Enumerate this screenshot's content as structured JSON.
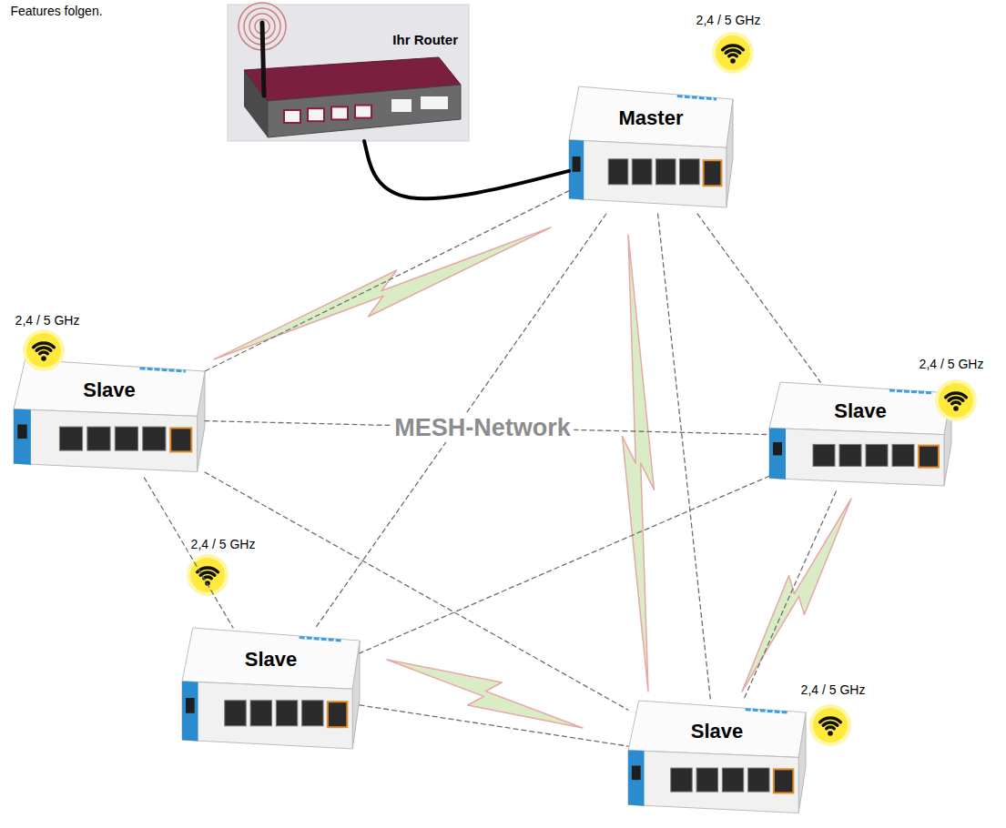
{
  "diagram": {
    "nodes": [
      {
        "text": [
          "Ihr Router"
        ]
      },
      {
        "text": [
          "Master"
        ]
      },
      {
        "text": [
          "Slave"
        ]
      },
      {
        "text": [
          "Slave"
        ]
      },
      {
        "text": [
          "Slave"
        ]
      },
      {
        "text": [
          "Slave"
        ]
      }
    ],
    "edges": [
      {
        "from": 0,
        "to": 1,
        "arrow": "none"
      },
      {
        "from": 1,
        "to": 2,
        "arrow": "none"
      },
      {
        "from": 1,
        "to": 3,
        "arrow": "none"
      },
      {
        "from": 1,
        "to": 4,
        "arrow": "none"
      },
      {
        "from": 1,
        "to": 5,
        "arrow": "none"
      },
      {
        "from": 2,
        "to": 3,
        "arrow": "none"
      },
      {
        "from": 2,
        "to": 4,
        "arrow": "none"
      },
      {
        "from": 2,
        "to": 5,
        "arrow": "none"
      },
      {
        "from": 3,
        "to": 4,
        "arrow": "none"
      },
      {
        "from": 3,
        "to": 5,
        "arrow": "none"
      },
      {
        "from": 4,
        "to": 5,
        "arrow": "none"
      }
    ],
    "labels": [
      "Features folgen.",
      "2,4 / 5 GHz",
      "2,4 / 5 GHz",
      "MESH-Network",
      "2,4 / 5 GHz",
      "2,4 / 5 GHz",
      "2,4 / 5 GHz"
    ]
  }
}
